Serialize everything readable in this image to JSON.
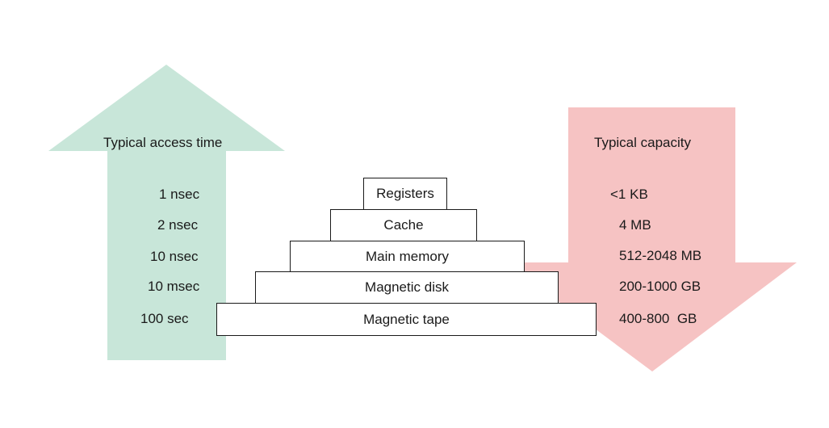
{
  "access_time": {
    "heading": "Typical access time",
    "arrow_color": "#c8e6d9",
    "values": [
      "1 nsec",
      "2 nsec",
      "10 nsec",
      "10 msec",
      "100 sec"
    ]
  },
  "capacity": {
    "heading": "Typical capacity",
    "arrow_color": "#f5bcbc",
    "values": [
      "<1 KB",
      "4 MB",
      "512-2048 MB",
      "200-1000 GB",
      "400-800  GB"
    ]
  },
  "hierarchy": {
    "tiers": [
      "Registers",
      "Cache",
      "Main memory",
      "Magnetic disk",
      "Magnetic tape"
    ]
  }
}
